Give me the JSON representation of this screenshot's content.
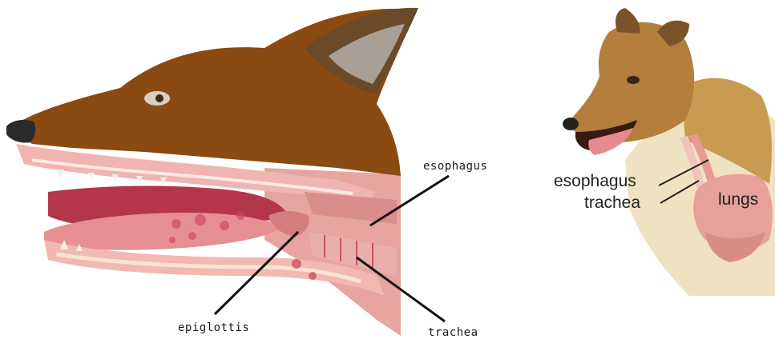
{
  "left_figure": {
    "labels": {
      "esophagus": "esophagus",
      "epiglottis": "epiglottis",
      "trachea": "trachea"
    }
  },
  "right_figure": {
    "labels": {
      "esophagus": "esophagus",
      "trachea": "trachea",
      "lungs": "lungs"
    }
  },
  "colors": {
    "fur_brown": "#8a4a12",
    "fur_dark": "#6e3a0c",
    "tissue_pink": "#e8a7a4",
    "tissue_red": "#c9545f",
    "collie_gold": "#c89a52",
    "collie_cream": "#efe2c2",
    "lungs_pink": "#e8a09a",
    "leader_line": "#111111"
  }
}
